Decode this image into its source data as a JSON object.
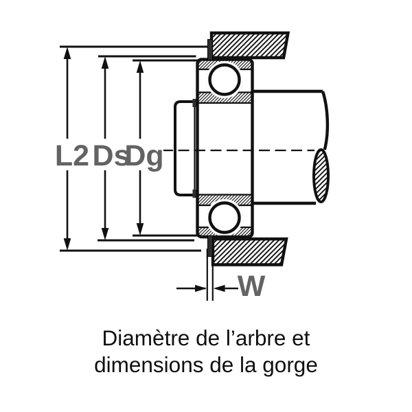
{
  "figure": {
    "labels": {
      "l2": "L2",
      "ds": "Ds",
      "dg": "Dg",
      "w": "W"
    },
    "caption": {
      "line1": "Diamètre de l’arbre et",
      "line2": "dimensions de la gorge"
    },
    "colors": {
      "line": "#111111",
      "dimension_label_gray": "#636363",
      "background": "#ffffff",
      "snap_ring_fill": "#2d2d2d"
    }
  }
}
